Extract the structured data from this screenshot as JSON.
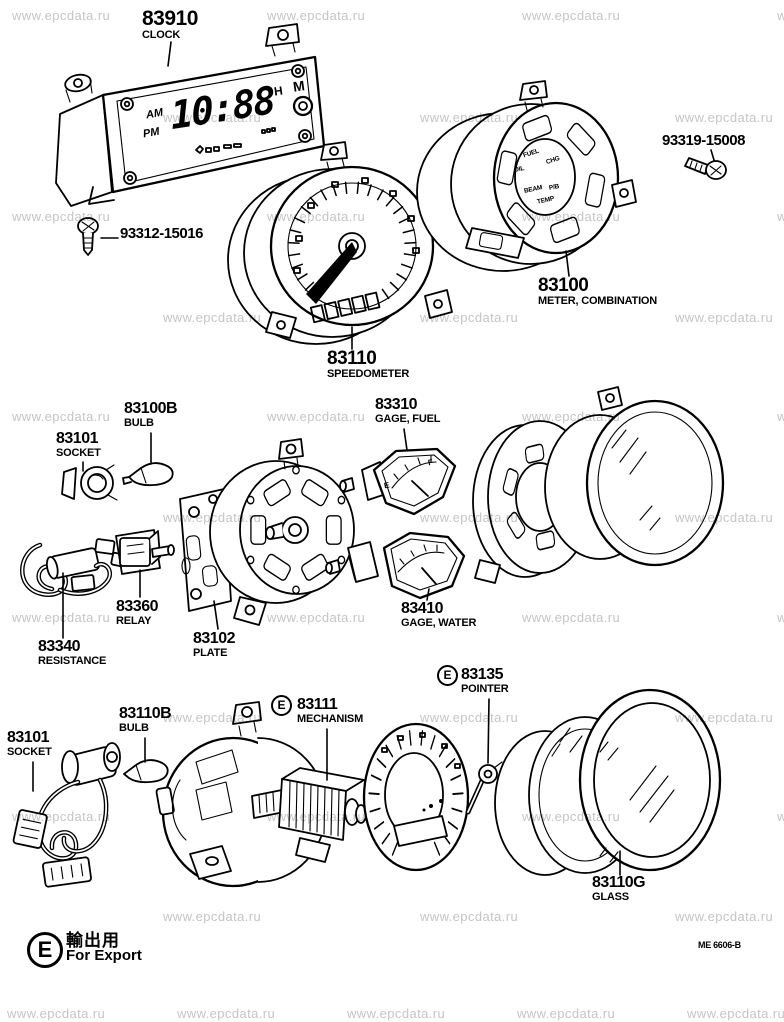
{
  "watermark": {
    "text": "www.epcdata.ru",
    "color": "#c5c5c5"
  },
  "callouts": {
    "clock": {
      "number": "83910",
      "name": "CLOCK"
    },
    "screw_clock": {
      "number": "93312-15016"
    },
    "speedometer": {
      "number": "83110",
      "name": "SPEEDOMETER"
    },
    "combination_meter": {
      "number": "83100",
      "name": "METER, COMBINATION"
    },
    "screw_meter": {
      "number": "93319-15008"
    },
    "bulb_upper": {
      "number": "83100B",
      "name": "BULB"
    },
    "socket_upper": {
      "number": "83101",
      "name": "SOCKET"
    },
    "resistance": {
      "number": "83340",
      "name": "RESISTANCE"
    },
    "relay": {
      "number": "83360",
      "name": "RELAY"
    },
    "plate": {
      "number": "83102",
      "name": "PLATE"
    },
    "gauge_fuel": {
      "number": "83310",
      "name": "GAGE, FUEL"
    },
    "gauge_water": {
      "number": "83410",
      "name": "GAGE, WATER"
    },
    "pointer": {
      "number": "83135",
      "name": "POINTER",
      "export_mark": "E"
    },
    "mechanism": {
      "number": "83111",
      "name": "MECHANISM",
      "export_mark": "E"
    },
    "bulb_lower": {
      "number": "83110B",
      "name": "BULB"
    },
    "socket_lower": {
      "number": "83101",
      "name": "SOCKET"
    },
    "glass": {
      "number": "83110G",
      "name": "GLASS"
    }
  },
  "clock_face": {
    "am": "AM",
    "pm": "PM",
    "time": "10:88",
    "hour": "H",
    "minute": "M"
  },
  "meter_face_labels": {
    "fuel": "FUEL",
    "oil": "OIL",
    "chg": "CHG",
    "beam": "BEAM",
    "pb": "P/B",
    "temp": "TEMP"
  },
  "fuel_gauge_scale": {
    "empty": "E",
    "full": "F"
  },
  "export_legend": {
    "mark": "E",
    "japanese": "輸出用",
    "english": "For Export"
  },
  "drawing_code": "ME 6606-B"
}
